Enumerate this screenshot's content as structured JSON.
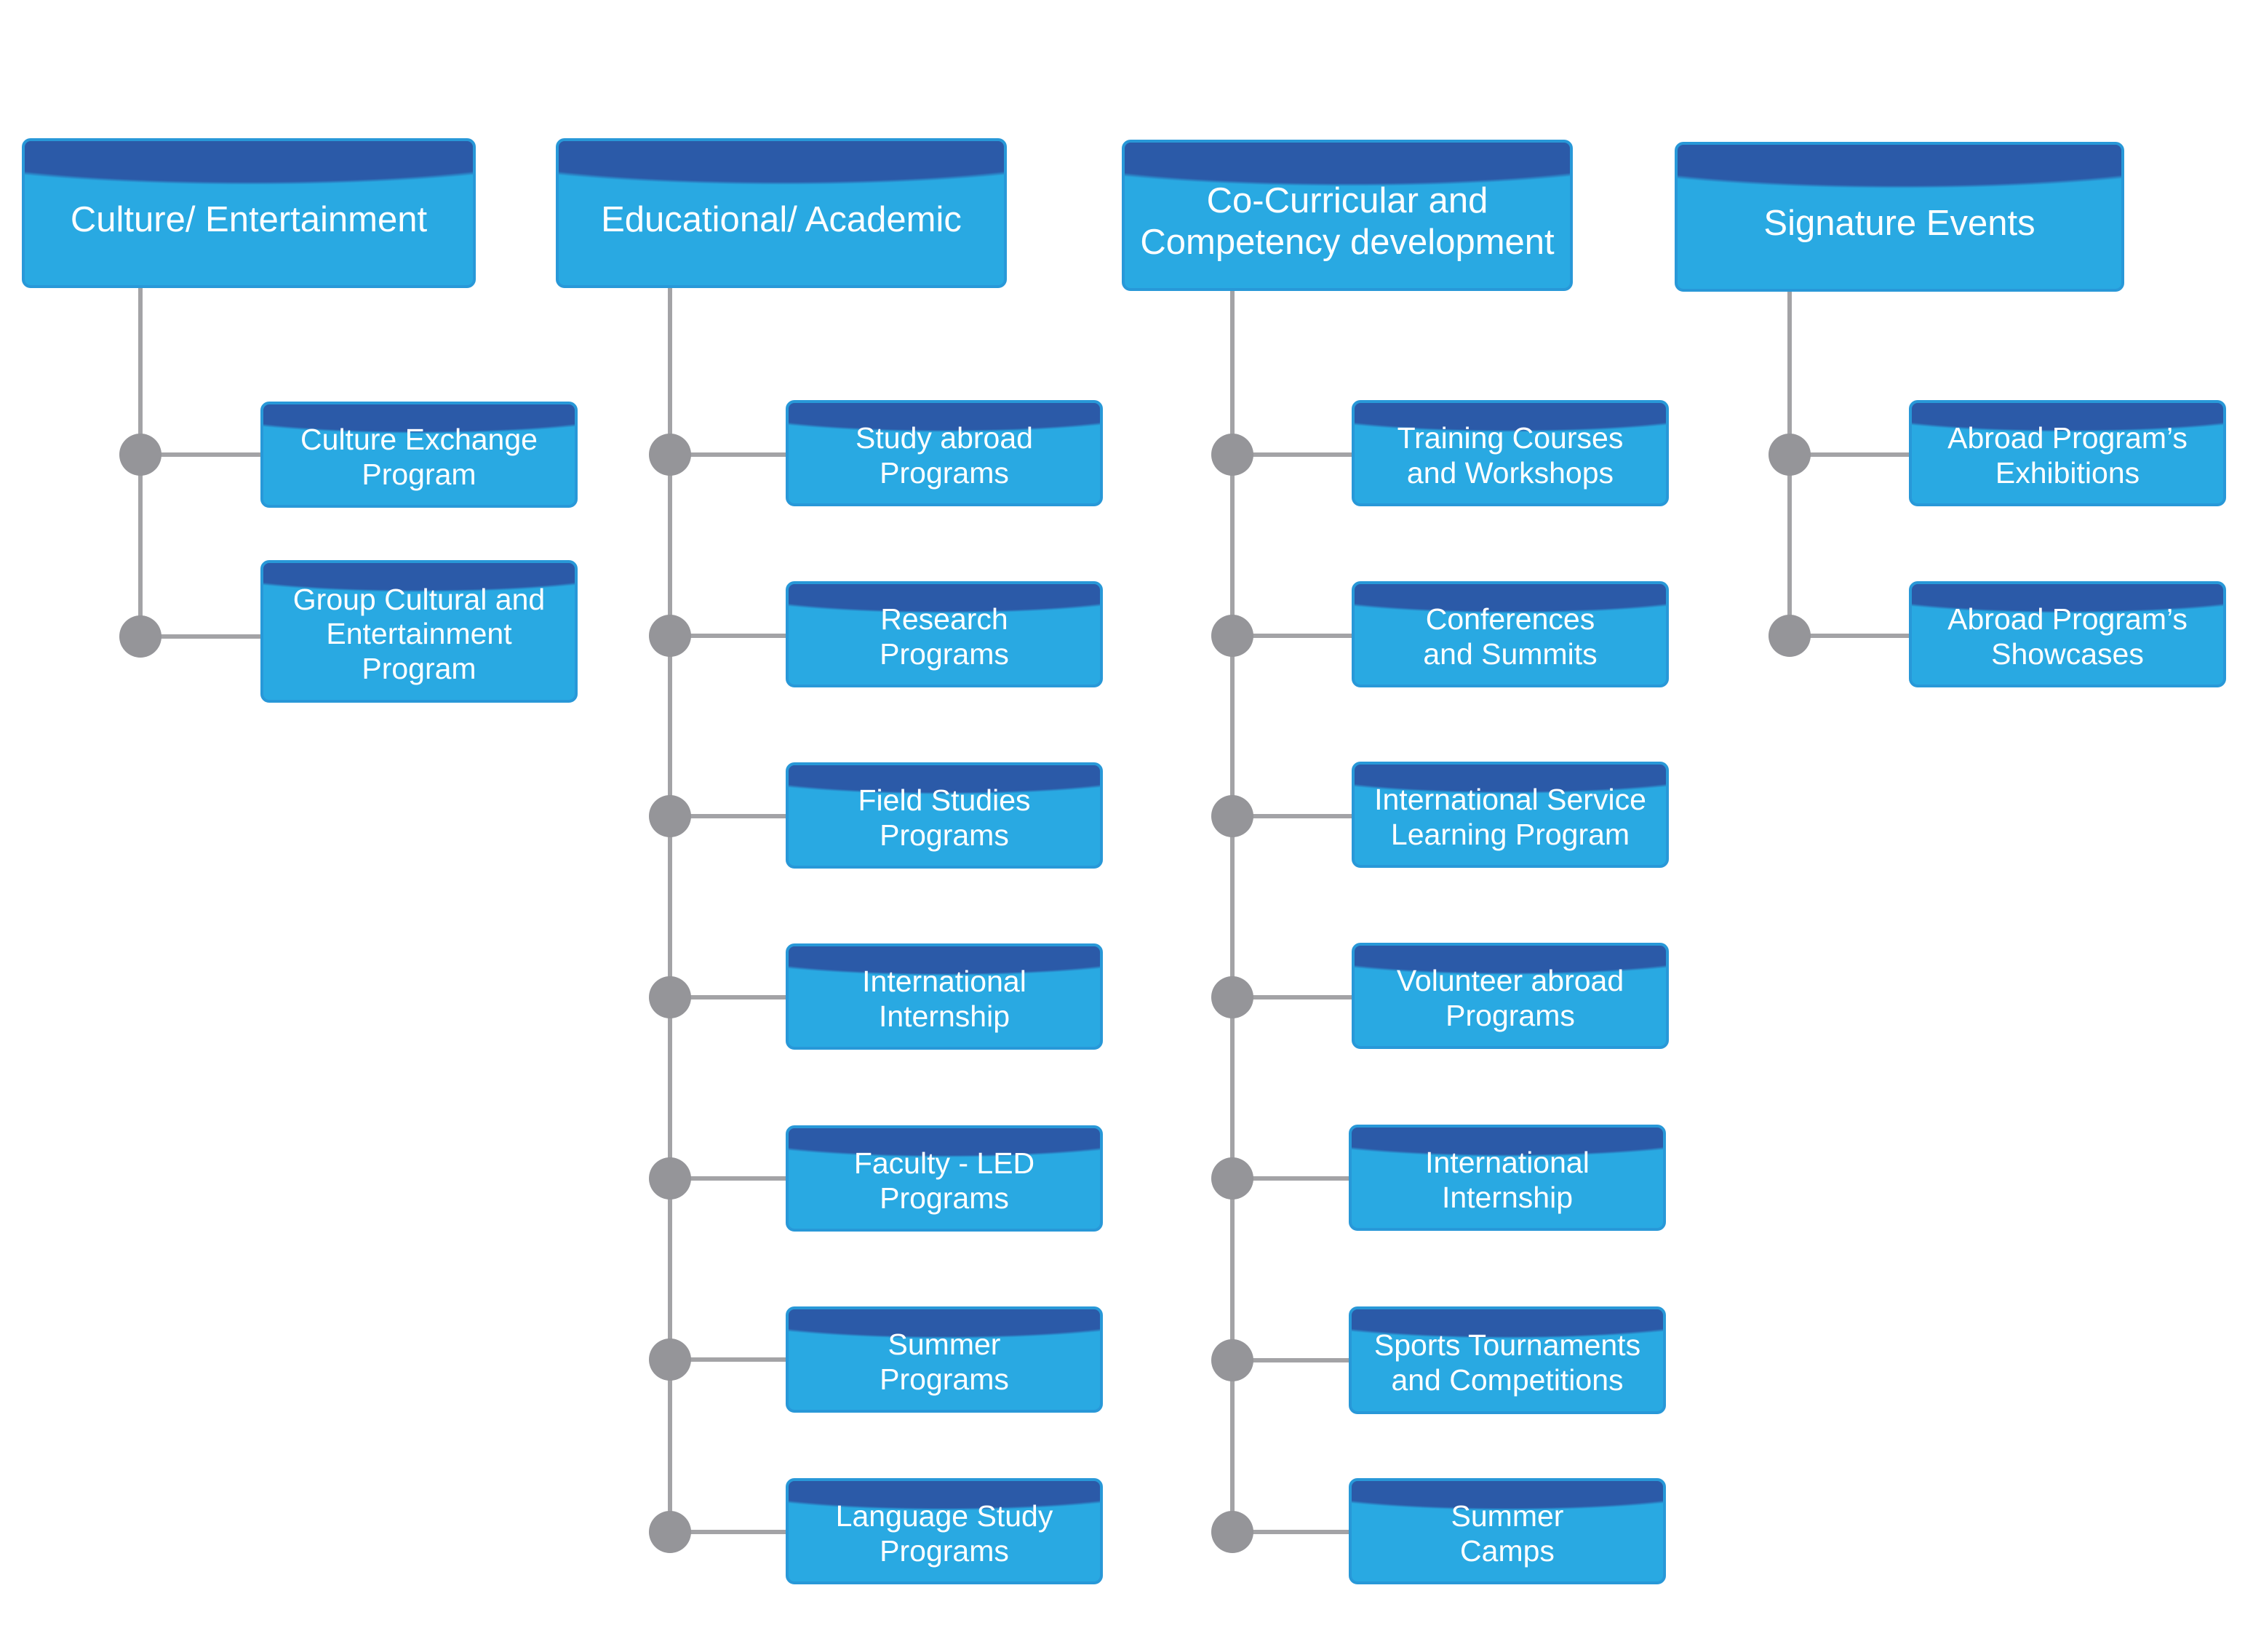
{
  "diagram": {
    "columns": [
      {
        "id": "culture",
        "header": "Culture/ Entertainment",
        "children": [
          "Culture Exchange\nProgram",
          "Group Cultural and\nEntertainment\nProgram"
        ]
      },
      {
        "id": "educational",
        "header": "Educational/ Academic",
        "children": [
          "Study abroad\nPrograms",
          "Research\nPrograms",
          "Field Studies\nPrograms",
          "International\nInternship",
          "Faculty - LED\nPrograms",
          "Summer\nPrograms",
          "Language Study\nPrograms"
        ]
      },
      {
        "id": "cocurricular",
        "header": "Co-Curricular and\nCompetency development",
        "children": [
          "Training Courses\nand Workshops",
          "Conferences\nand Summits",
          "International Service\nLearning Program",
          "Volunteer abroad\nPrograms",
          "International\nInternship",
          "Sports Tournaments\nand Competitions",
          "Summer\nCamps"
        ]
      },
      {
        "id": "signature",
        "header": "Signature Events",
        "children": [
          "Abroad Program’s\nExhibitions",
          "Abroad Program’s\nShowcases"
        ]
      }
    ]
  }
}
